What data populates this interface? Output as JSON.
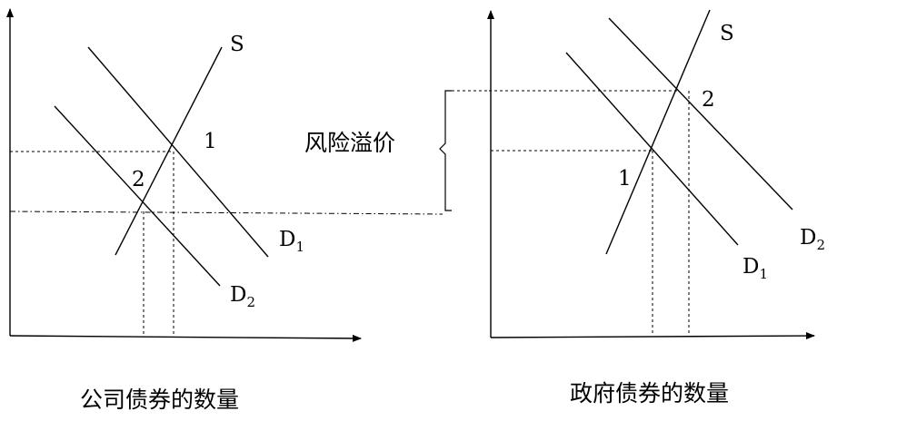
{
  "left_panel": {
    "caption": "公司债券的数量",
    "supply_label": "S",
    "demand1": {
      "letter": "D",
      "sub": "1"
    },
    "demand2": {
      "letter": "D",
      "sub": "2"
    },
    "point1": "1",
    "point2": "2"
  },
  "right_panel": {
    "caption": "政府债券的数量",
    "supply_label": "S",
    "demand1": {
      "letter": "D",
      "sub": "1"
    },
    "demand2": {
      "letter": "D",
      "sub": "2"
    },
    "point1": "1",
    "point2": "2"
  },
  "risk_premium_label": "风险溢价"
}
